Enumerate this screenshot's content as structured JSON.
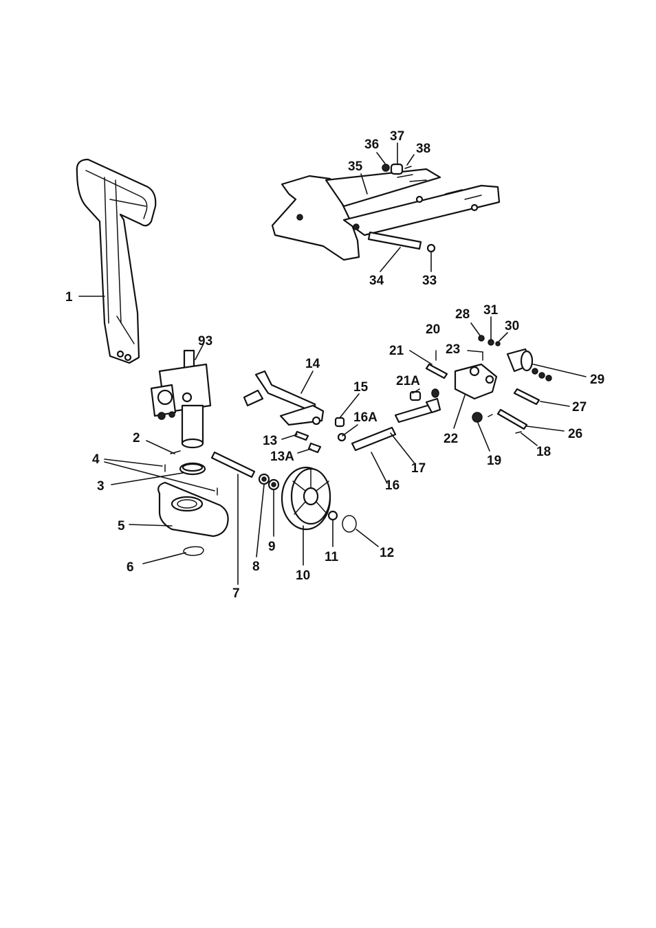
{
  "labels": {
    "p1": "1",
    "p2": "2",
    "p3": "3",
    "p4": "4",
    "p5": "5",
    "p6": "6",
    "p7": "7",
    "p8": "8",
    "p9": "9",
    "p10": "10",
    "p11": "11",
    "p12": "12",
    "p13": "13",
    "p13a": "13A",
    "p14": "14",
    "p15": "15",
    "p16": "16",
    "p16a": "16A",
    "p17": "17",
    "p18": "18",
    "p19": "19",
    "p20": "20",
    "p21": "21",
    "p21a": "21A",
    "p22": "22",
    "p23": "23",
    "p26": "26",
    "p27": "27",
    "p28": "28",
    "p29": "29",
    "p30": "30",
    "p31": "31",
    "p33": "33",
    "p34": "34",
    "p35": "35",
    "p36": "36",
    "p37": "37",
    "p38": "38",
    "p93": "93"
  }
}
